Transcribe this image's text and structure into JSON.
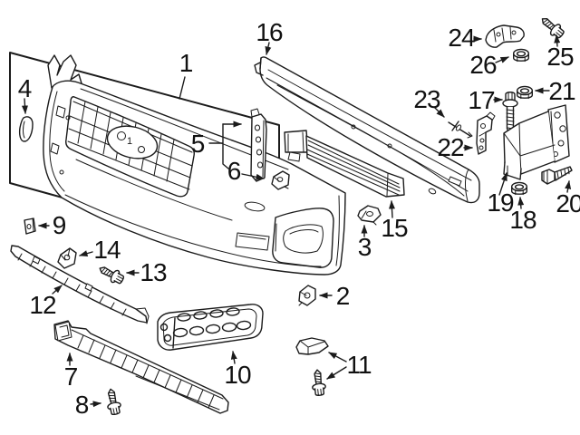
{
  "colors": {
    "background": "#ffffff",
    "line": "#1b1b1b"
  },
  "emblem_mark": "1",
  "callouts": [
    {
      "number": "1"
    },
    {
      "number": "2"
    },
    {
      "number": "3"
    },
    {
      "number": "4"
    },
    {
      "number": "5"
    },
    {
      "number": "6"
    },
    {
      "number": "7"
    },
    {
      "number": "8"
    },
    {
      "number": "9"
    },
    {
      "number": "10"
    },
    {
      "number": "11"
    },
    {
      "number": "12"
    },
    {
      "number": "13"
    },
    {
      "number": "14"
    },
    {
      "number": "15"
    },
    {
      "number": "16"
    },
    {
      "number": "17"
    },
    {
      "number": "18"
    },
    {
      "number": "19"
    },
    {
      "number": "20"
    },
    {
      "number": "21"
    },
    {
      "number": "22"
    },
    {
      "number": "23"
    },
    {
      "number": "24"
    },
    {
      "number": "25"
    },
    {
      "number": "26"
    }
  ]
}
